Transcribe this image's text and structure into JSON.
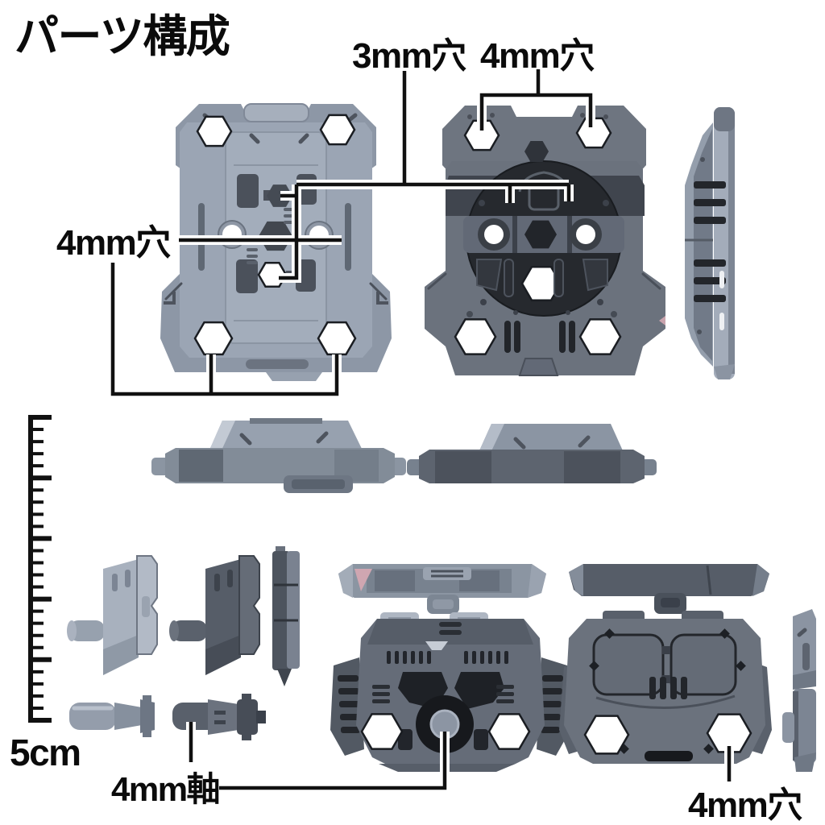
{
  "title": "パーツ構成",
  "annotations": {
    "hole_3mm": "3mm穴",
    "hole_4mm_top": "4mm穴",
    "hole_4mm_left": "4mm穴",
    "shaft_4mm": "4mm軸",
    "hole_4mm_bottom_right": "4mm穴"
  },
  "ruler": {
    "label": "5cm",
    "length_cm": 5,
    "minor_ticks_per_cm": 4
  },
  "colors": {
    "background": "#ffffff",
    "annotation_line": "#111111",
    "light_part": "#9ba5b4",
    "light_part_bright": "#c3cad4",
    "dark_part": "#6b727d",
    "darker_part": "#565d68",
    "recess": "#4b515b",
    "deep_recess": "#23262b",
    "black_recess": "#17191d",
    "hole_white": "#ffffff",
    "accent_pink": "#cfa6b1"
  },
  "parts": [
    {
      "name": "base-plate-front-view"
    },
    {
      "name": "base-plate-back-view"
    },
    {
      "name": "base-plate-side-view"
    },
    {
      "name": "flat-plate-side-view-light"
    },
    {
      "name": "flat-plate-side-view-dark"
    },
    {
      "name": "peg-connector-light"
    },
    {
      "name": "peg-connector-dark"
    },
    {
      "name": "blade-connector-side-view"
    },
    {
      "name": "shaft-4mm-light"
    },
    {
      "name": "shaft-4mm-dark"
    },
    {
      "name": "top-view-bar-light"
    },
    {
      "name": "top-view-bar-dark"
    },
    {
      "name": "backpack-unit-front-view"
    },
    {
      "name": "backpack-unit-back-view"
    },
    {
      "name": "backpack-unit-side-view"
    }
  ]
}
